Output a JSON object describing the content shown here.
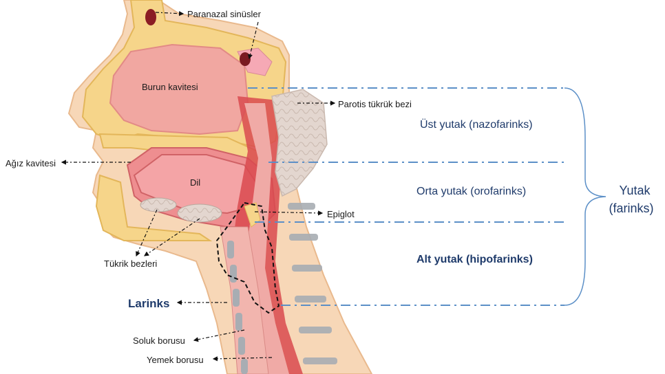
{
  "labels": {
    "paranazal": "Paranazal sinüsler",
    "burun": "Burun kavitesi",
    "parotis": "Parotis tükrük bezi",
    "agiz": "Ağız kavitesi",
    "dil": "Dil",
    "epiglot": "Epiglot",
    "tukrik": "Tükrik bezleri",
    "larinks": "Larinks",
    "soluk": "Soluk borusu",
    "yemek": "Yemek borusu"
  },
  "regions": {
    "ust": "Üst yutak (nazofarinks)",
    "orta": "Orta yutak (orofarinks)",
    "alt": "Alt yutak (hipofarinks)",
    "yutak_line1": "Yutak",
    "yutak_line2": "(farinks)"
  },
  "colors": {
    "bone": "#f6d58a",
    "bone_edge": "#e3b65a",
    "tissue": "#f0b0a6",
    "cavity": "#f29c98",
    "deep": "#d94a4f",
    "gland": "#e3d6cf",
    "cartilage": "#a8adb3",
    "guide": "#5b8fc7"
  }
}
